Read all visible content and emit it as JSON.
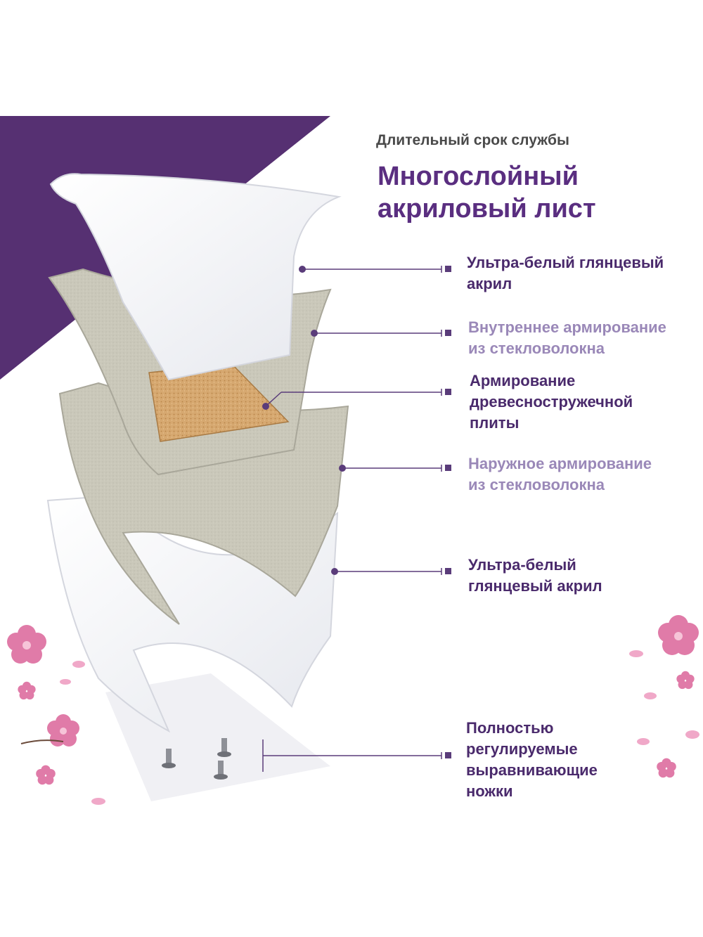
{
  "header": {
    "subtitle": "Длительный срок службы",
    "title": "Многослойный\nакриловый лист"
  },
  "layers": [
    {
      "label": "Ультра-белый глянцевый\nакрил",
      "tone": "dark"
    },
    {
      "label": "Внутреннее армирование\nиз стекловолокна",
      "tone": "light"
    },
    {
      "label": "Армирование\nдревесностружечной\nплиты",
      "tone": "dark"
    },
    {
      "label": "Наружное армирование\nиз стекловолокна",
      "tone": "light"
    },
    {
      "label": "Ультра-белый\nглянцевый акрил",
      "tone": "dark"
    },
    {
      "label": "Полностью\nрегулируемые\nвыравнивающие\nножки",
      "tone": "dark"
    }
  ],
  "colors": {
    "accent_purple": "#563072",
    "title_purple": "#5a2e80",
    "label_dark": "#4a2a6c",
    "label_light": "#9a88b8",
    "fiberglass": "#c8c6b8",
    "chipboard": "#d2a26a",
    "blossom": "#e07ba8"
  },
  "icons": [
    "blossom-icon",
    "leveling-foot-icon"
  ]
}
